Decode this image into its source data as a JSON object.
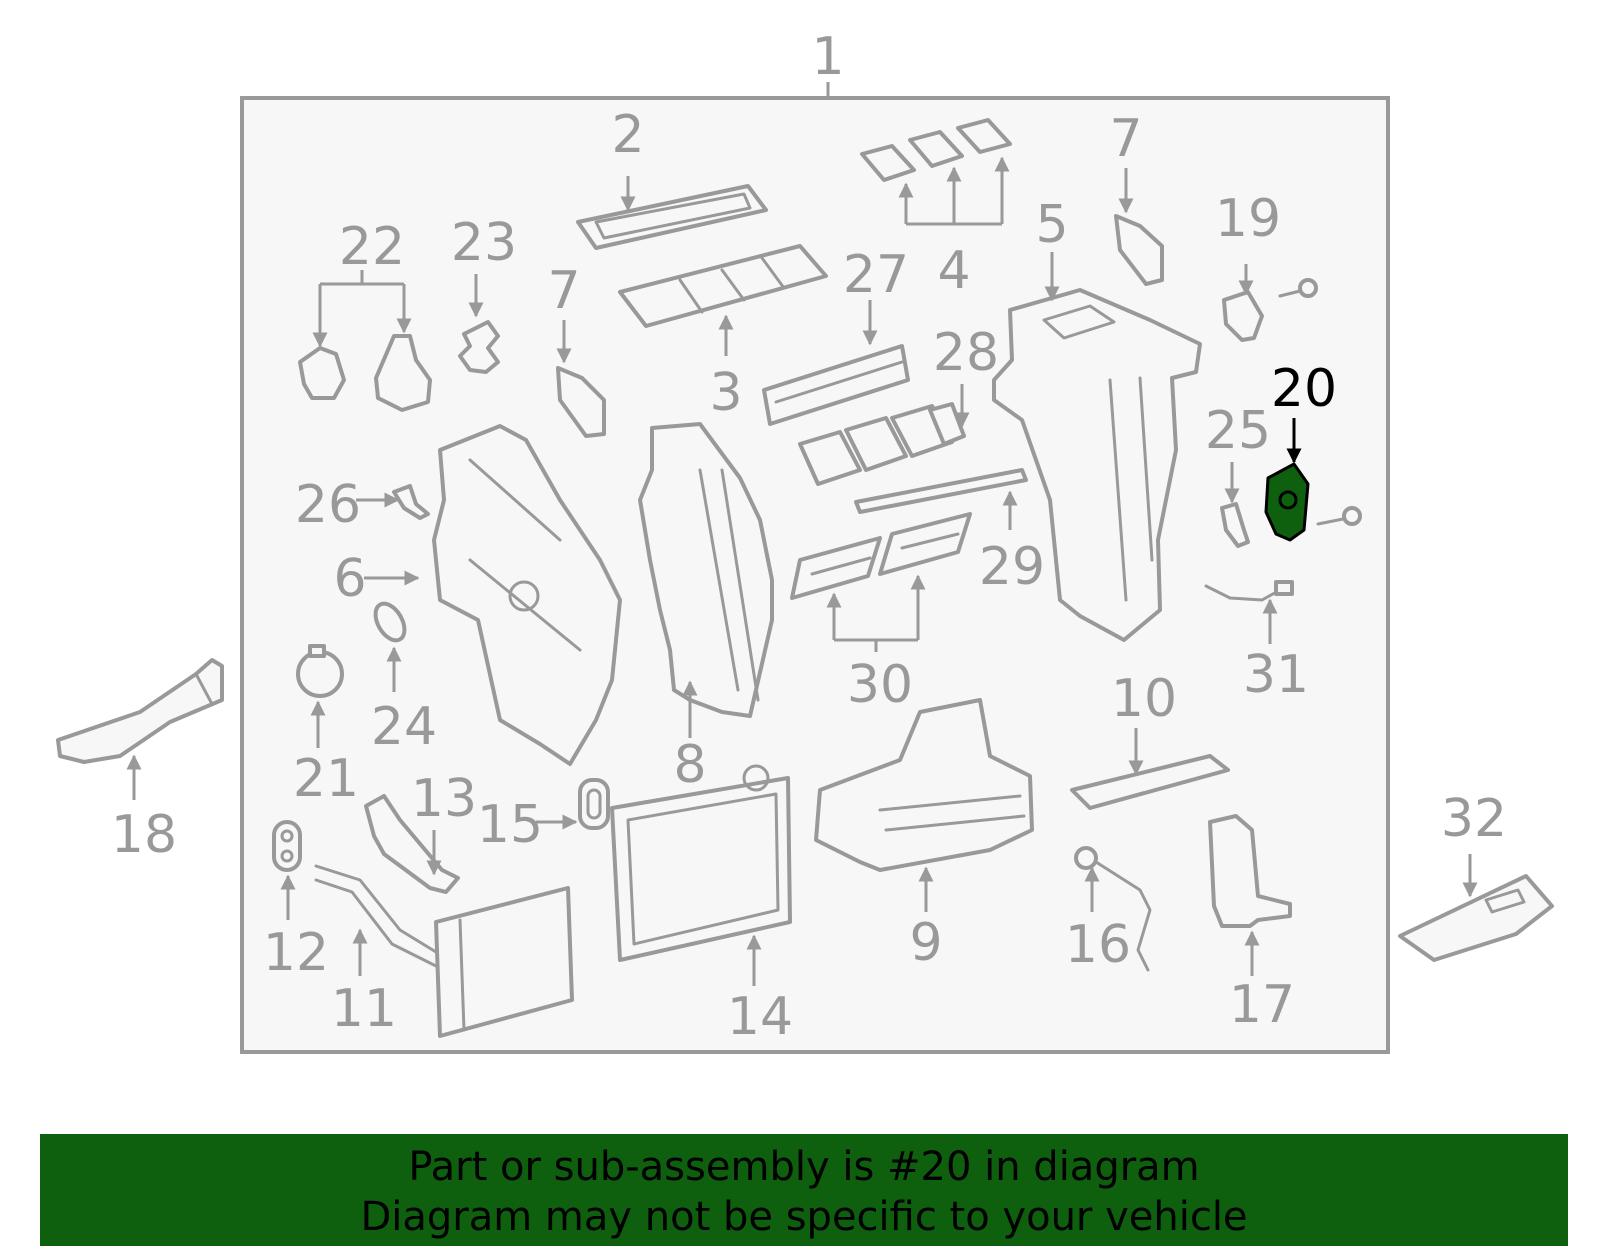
{
  "callouts": {
    "c1": "1",
    "c2": "2",
    "c3": "3",
    "c4": "4",
    "c5": "5",
    "c6": "6",
    "c7a": "7",
    "c7b": "7",
    "c8": "8",
    "c9": "9",
    "c10": "10",
    "c11": "11",
    "c12": "12",
    "c13": "13",
    "c14": "14",
    "c15": "15",
    "c16": "16",
    "c17": "17",
    "c18": "18",
    "c19": "19",
    "c20": "20",
    "c21": "21",
    "c22": "22",
    "c23": "23",
    "c24": "24",
    "c25": "25",
    "c26": "26",
    "c27": "27",
    "c28": "28",
    "c29": "29",
    "c30": "30",
    "c31": "31",
    "c32": "32"
  },
  "highlight": {
    "part": "20",
    "color": "#0e5f0e"
  },
  "banner": {
    "line1": "Part or sub-assembly is #20 in diagram",
    "line2": "Diagram may not be specific to your vehicle",
    "background": "#0e5f0e"
  }
}
